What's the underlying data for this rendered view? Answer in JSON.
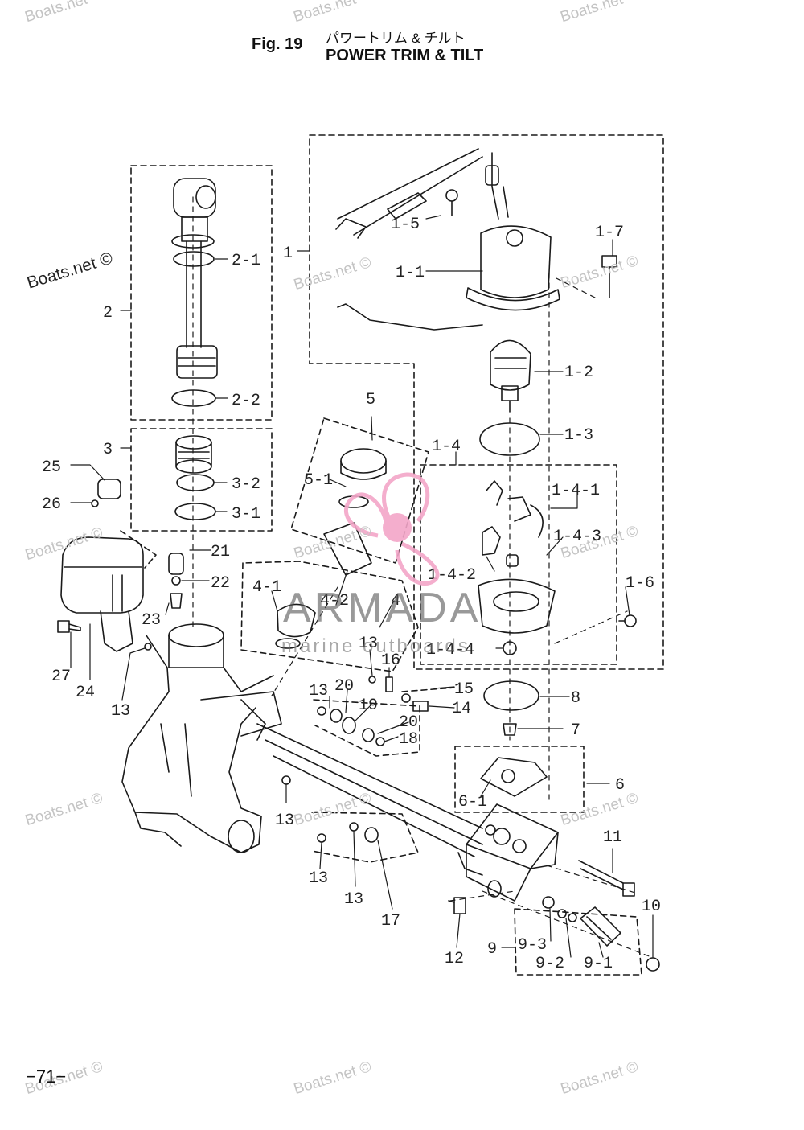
{
  "header": {
    "fig_number": "Fig. 19",
    "title_jp": "パワートリム & チルト",
    "title_en": "POWER TRIM & TILT"
  },
  "page_number": "−71−",
  "watermark": {
    "text": "Boats.net",
    "text_marked": "Boats.net ©",
    "color": "#c4c4c4"
  },
  "logo": {
    "name": "ARMADA",
    "tagline": "marine outboards",
    "color": "#f3a6c8"
  },
  "callouts": [
    "1",
    "1-1",
    "1-2",
    "1-3",
    "1-4",
    "1-4-1",
    "1-4-2",
    "1-4-3",
    "1-4-4",
    "1-5",
    "1-6",
    "1-7",
    "2",
    "2-1",
    "2-2",
    "3",
    "3-1",
    "3-2",
    "4",
    "4-1",
    "4-2",
    "5",
    "5-1",
    "6",
    "6-1",
    "7",
    "8",
    "9",
    "9-1",
    "9-2",
    "9-3",
    "10",
    "11",
    "12",
    "13",
    "14",
    "15",
    "16",
    "17",
    "18",
    "19",
    "20",
    "21",
    "22",
    "23",
    "24",
    "25",
    "26",
    "27"
  ]
}
